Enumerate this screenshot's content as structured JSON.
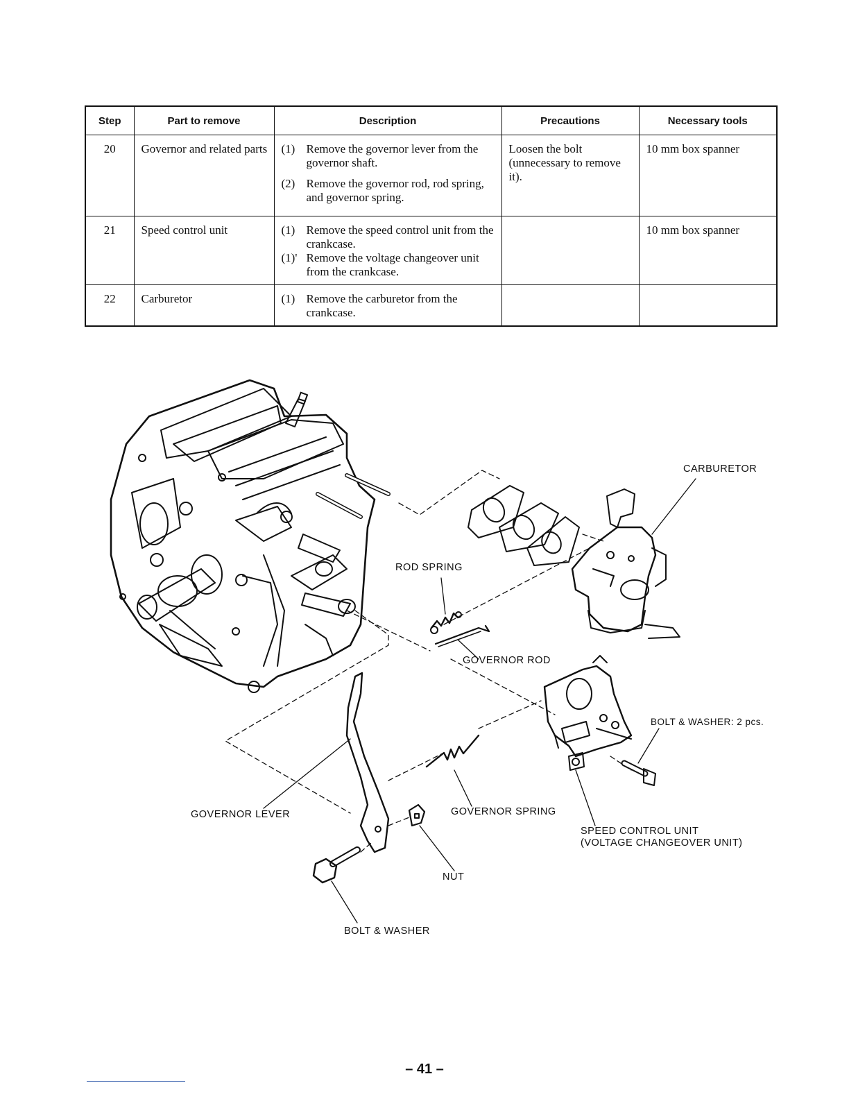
{
  "table": {
    "headers": [
      "Step",
      "Part to remove",
      "Description",
      "Precautions",
      "Necessary tools"
    ],
    "rows": [
      {
        "step": "20",
        "part": "Governor and related parts",
        "desc": [
          {
            "num": "(1)",
            "text": "Remove the governor lever from the governor shaft."
          },
          {
            "num": "(2)",
            "text": "Remove the governor rod, rod spring, and governor spring."
          }
        ],
        "precautions": "Loosen the bolt (unnecessary to remove it).",
        "tools": "10 mm box spanner"
      },
      {
        "step": "21",
        "part": "Speed control unit",
        "desc": [
          {
            "num": "(1)",
            "text": "Remove the speed control unit from the crankcase."
          },
          {
            "num": "(1)'",
            "text": "Remove the voltage changeover unit from the crankcase."
          }
        ],
        "precautions": "",
        "tools": "10 mm box spanner"
      },
      {
        "step": "22",
        "part": "Carburetor",
        "desc": [
          {
            "num": "(1)",
            "text": "Remove the carburetor from the crankcase."
          }
        ],
        "precautions": "",
        "tools": ""
      }
    ]
  },
  "labels": {
    "carburetor": "CARBURETOR",
    "rod_spring": "ROD SPRING",
    "governor_rod": "GOVERNOR ROD",
    "bolt_washer_2": "BOLT & WASHER: 2 pcs.",
    "governor_lever": "GOVERNOR LEVER",
    "governor_spring": "GOVERNOR SPRING",
    "speed_control_1": "SPEED CONTROL UNIT",
    "speed_control_2": "(VOLTAGE CHANGEOVER UNIT)",
    "nut": "NUT",
    "bolt_washer": "BOLT & WASHER"
  },
  "page_number": "– 41 –"
}
